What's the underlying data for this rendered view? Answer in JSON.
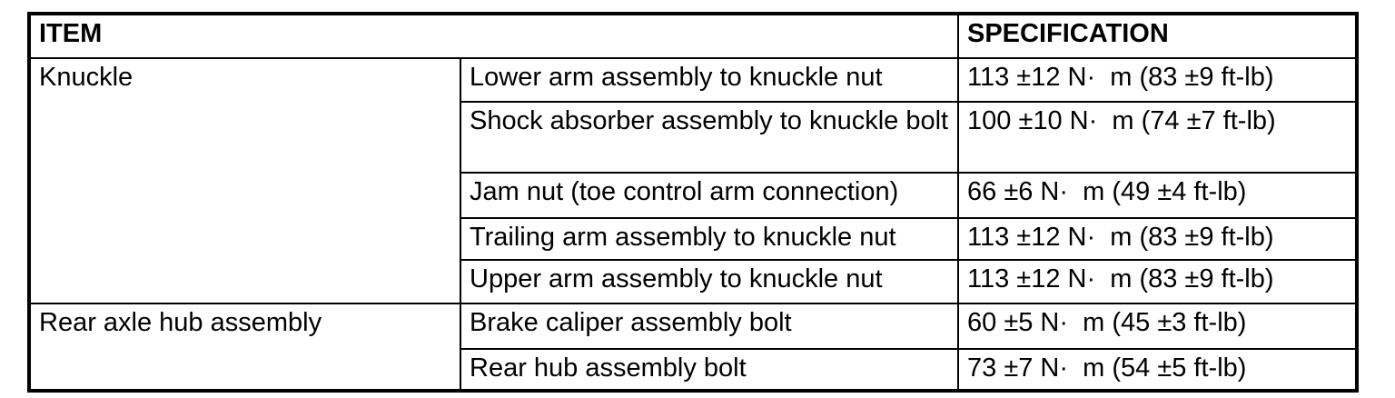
{
  "table": {
    "headers": {
      "item": "ITEM",
      "specification": "SPECIFICATION"
    },
    "groups": [
      {
        "item": "Knuckle",
        "rows": [
          {
            "component": "Lower arm assembly to knuckle nut",
            "spec": "113 ±12 N·  m (83 ±9 ft-lb)"
          },
          {
            "component": "Shock absorber assembly to knuckle bolt",
            "spec": "100 ±10 N·  m (74 ±7 ft-lb)"
          },
          {
            "component": "Jam nut (toe control arm connection)",
            "spec": "66 ±6 N·  m (49 ±4 ft-lb)"
          },
          {
            "component": "Trailing arm assembly to knuckle nut",
            "spec": "113 ±12 N·  m (83 ±9 ft-lb)"
          },
          {
            "component": "Upper arm assembly to knuckle nut",
            "spec": "113 ±12 N·  m (83 ±9 ft-lb)"
          }
        ]
      },
      {
        "item": "Rear axle hub assembly",
        "rows": [
          {
            "component": "Brake caliper assembly bolt",
            "spec": "60 ±5 N·  m (45 ±3 ft-lb)"
          },
          {
            "component": "Rear hub assembly bolt",
            "spec": "73 ±7 N·  m (54 ±5 ft-lb)"
          }
        ]
      }
    ]
  }
}
